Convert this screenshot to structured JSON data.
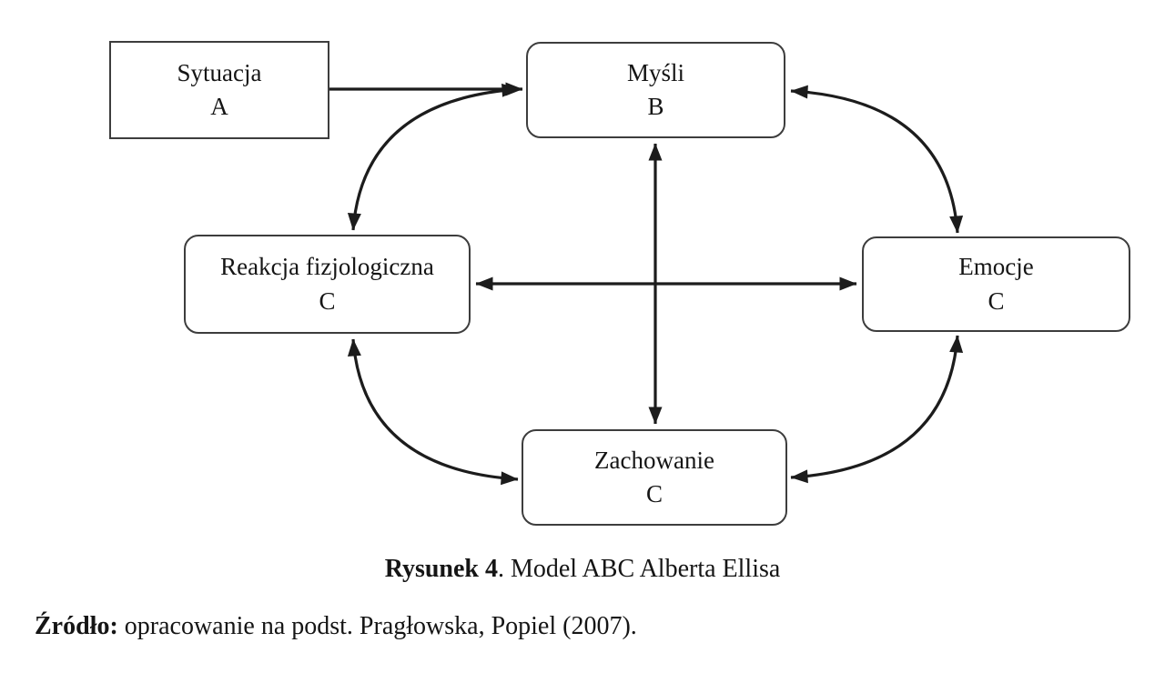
{
  "diagram": {
    "nodes": {
      "sytuacja": {
        "label": "Sytuacja",
        "letter": "A",
        "shape": "rectangle"
      },
      "mysli": {
        "label": "Myśli",
        "letter": "B",
        "shape": "rounded"
      },
      "reakcja": {
        "label": "Reakcja fizjologiczna",
        "letter": "C",
        "shape": "rounded"
      },
      "emocje": {
        "label": "Emocje",
        "letter": "C",
        "shape": "rounded"
      },
      "zachowanie": {
        "label": "Zachowanie",
        "letter": "C",
        "shape": "rounded"
      }
    },
    "edges": [
      {
        "from": "sytuacja",
        "to": "mysli",
        "direction": "one-way"
      },
      {
        "from": "mysli",
        "to": "reakcja",
        "direction": "two-way"
      },
      {
        "from": "mysli",
        "to": "emocje",
        "direction": "two-way"
      },
      {
        "from": "mysli",
        "to": "zachowanie",
        "direction": "two-way"
      },
      {
        "from": "reakcja",
        "to": "emocje",
        "direction": "two-way"
      },
      {
        "from": "reakcja",
        "to": "zachowanie",
        "direction": "two-way"
      },
      {
        "from": "emocje",
        "to": "zachowanie",
        "direction": "two-way"
      }
    ]
  },
  "caption": {
    "bold": "Rysunek 4",
    "rest": ". Model ABC Alberta Ellisa"
  },
  "source": {
    "bold": "Źródło:",
    "rest": " opracowanie na podst. Pragłowska, Popiel (2007)."
  },
  "colors": {
    "arrow": "#1c1c1c",
    "border": "#3d3d3d",
    "text": "#151515",
    "background": "#ffffff"
  }
}
